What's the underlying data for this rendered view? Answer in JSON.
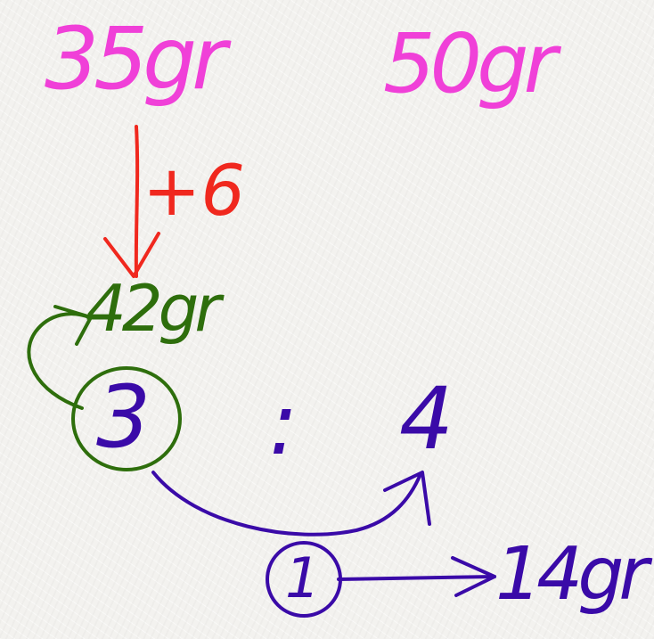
{
  "colors": {
    "pink": "#f040d8",
    "red": "#f0281e",
    "green": "#2e6e0c",
    "purple": "#3a0aa8"
  },
  "top_left_amount": "35gr",
  "top_right_amount": "50gr",
  "increase_label": "+6",
  "new_amount": "42gr",
  "ratio_left": "3",
  "ratio_separator": ":",
  "ratio_right": "4",
  "difference_part": "1",
  "result_amount": "14gr"
}
